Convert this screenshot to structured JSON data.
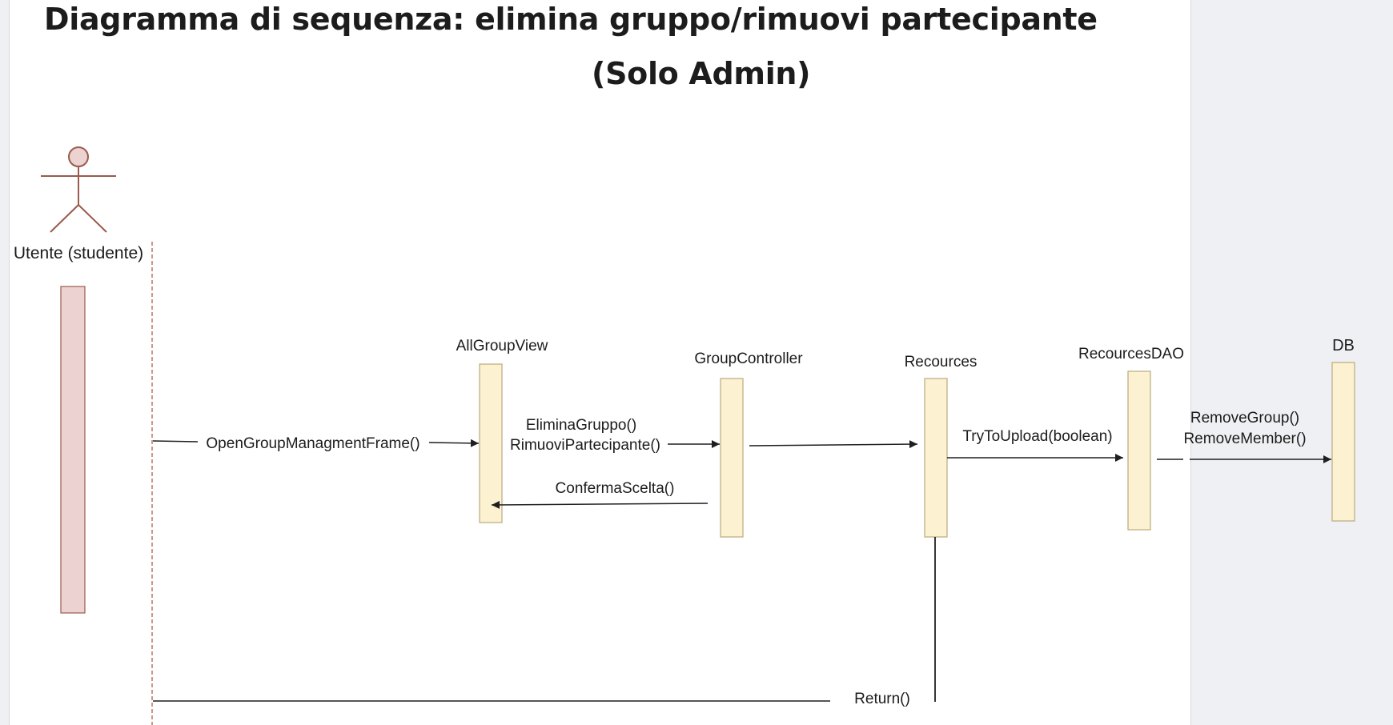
{
  "diagram": {
    "title_line1": "Diagramma di sequenza: elimina gruppo/rimuovi partecipante",
    "title_line2": "(Solo Admin)",
    "actor": {
      "label": "Utente (studente)"
    },
    "participants": {
      "all_group_view": "AllGroupView",
      "group_controller": "GroupController",
      "recources": "Recources",
      "recources_dao": "RecourcesDAO",
      "db": "DB"
    },
    "messages": {
      "open_frame": "OpenGroupManagmentFrame()",
      "elimina_gruppo": "EliminaGruppo()",
      "rimuovi_partecipante": "RimuoviPartecipante()",
      "conferma_scelta": "ConfermaScelta()",
      "try_to_upload": "TryToUpload(boolean)",
      "remove_group": "RemoveGroup()",
      "remove_member": "RemoveMember()",
      "return": "Return()"
    }
  },
  "colors": {
    "actor_fill": "#ecd2d1",
    "actor_stroke": "#9a5a4d",
    "activation_fill": "#fcf2d1",
    "activation_stroke": "#bba97c",
    "lifeline_dashed": "#b0614f",
    "arrow": "#1f1f1f",
    "title": "#1c1c1c"
  }
}
